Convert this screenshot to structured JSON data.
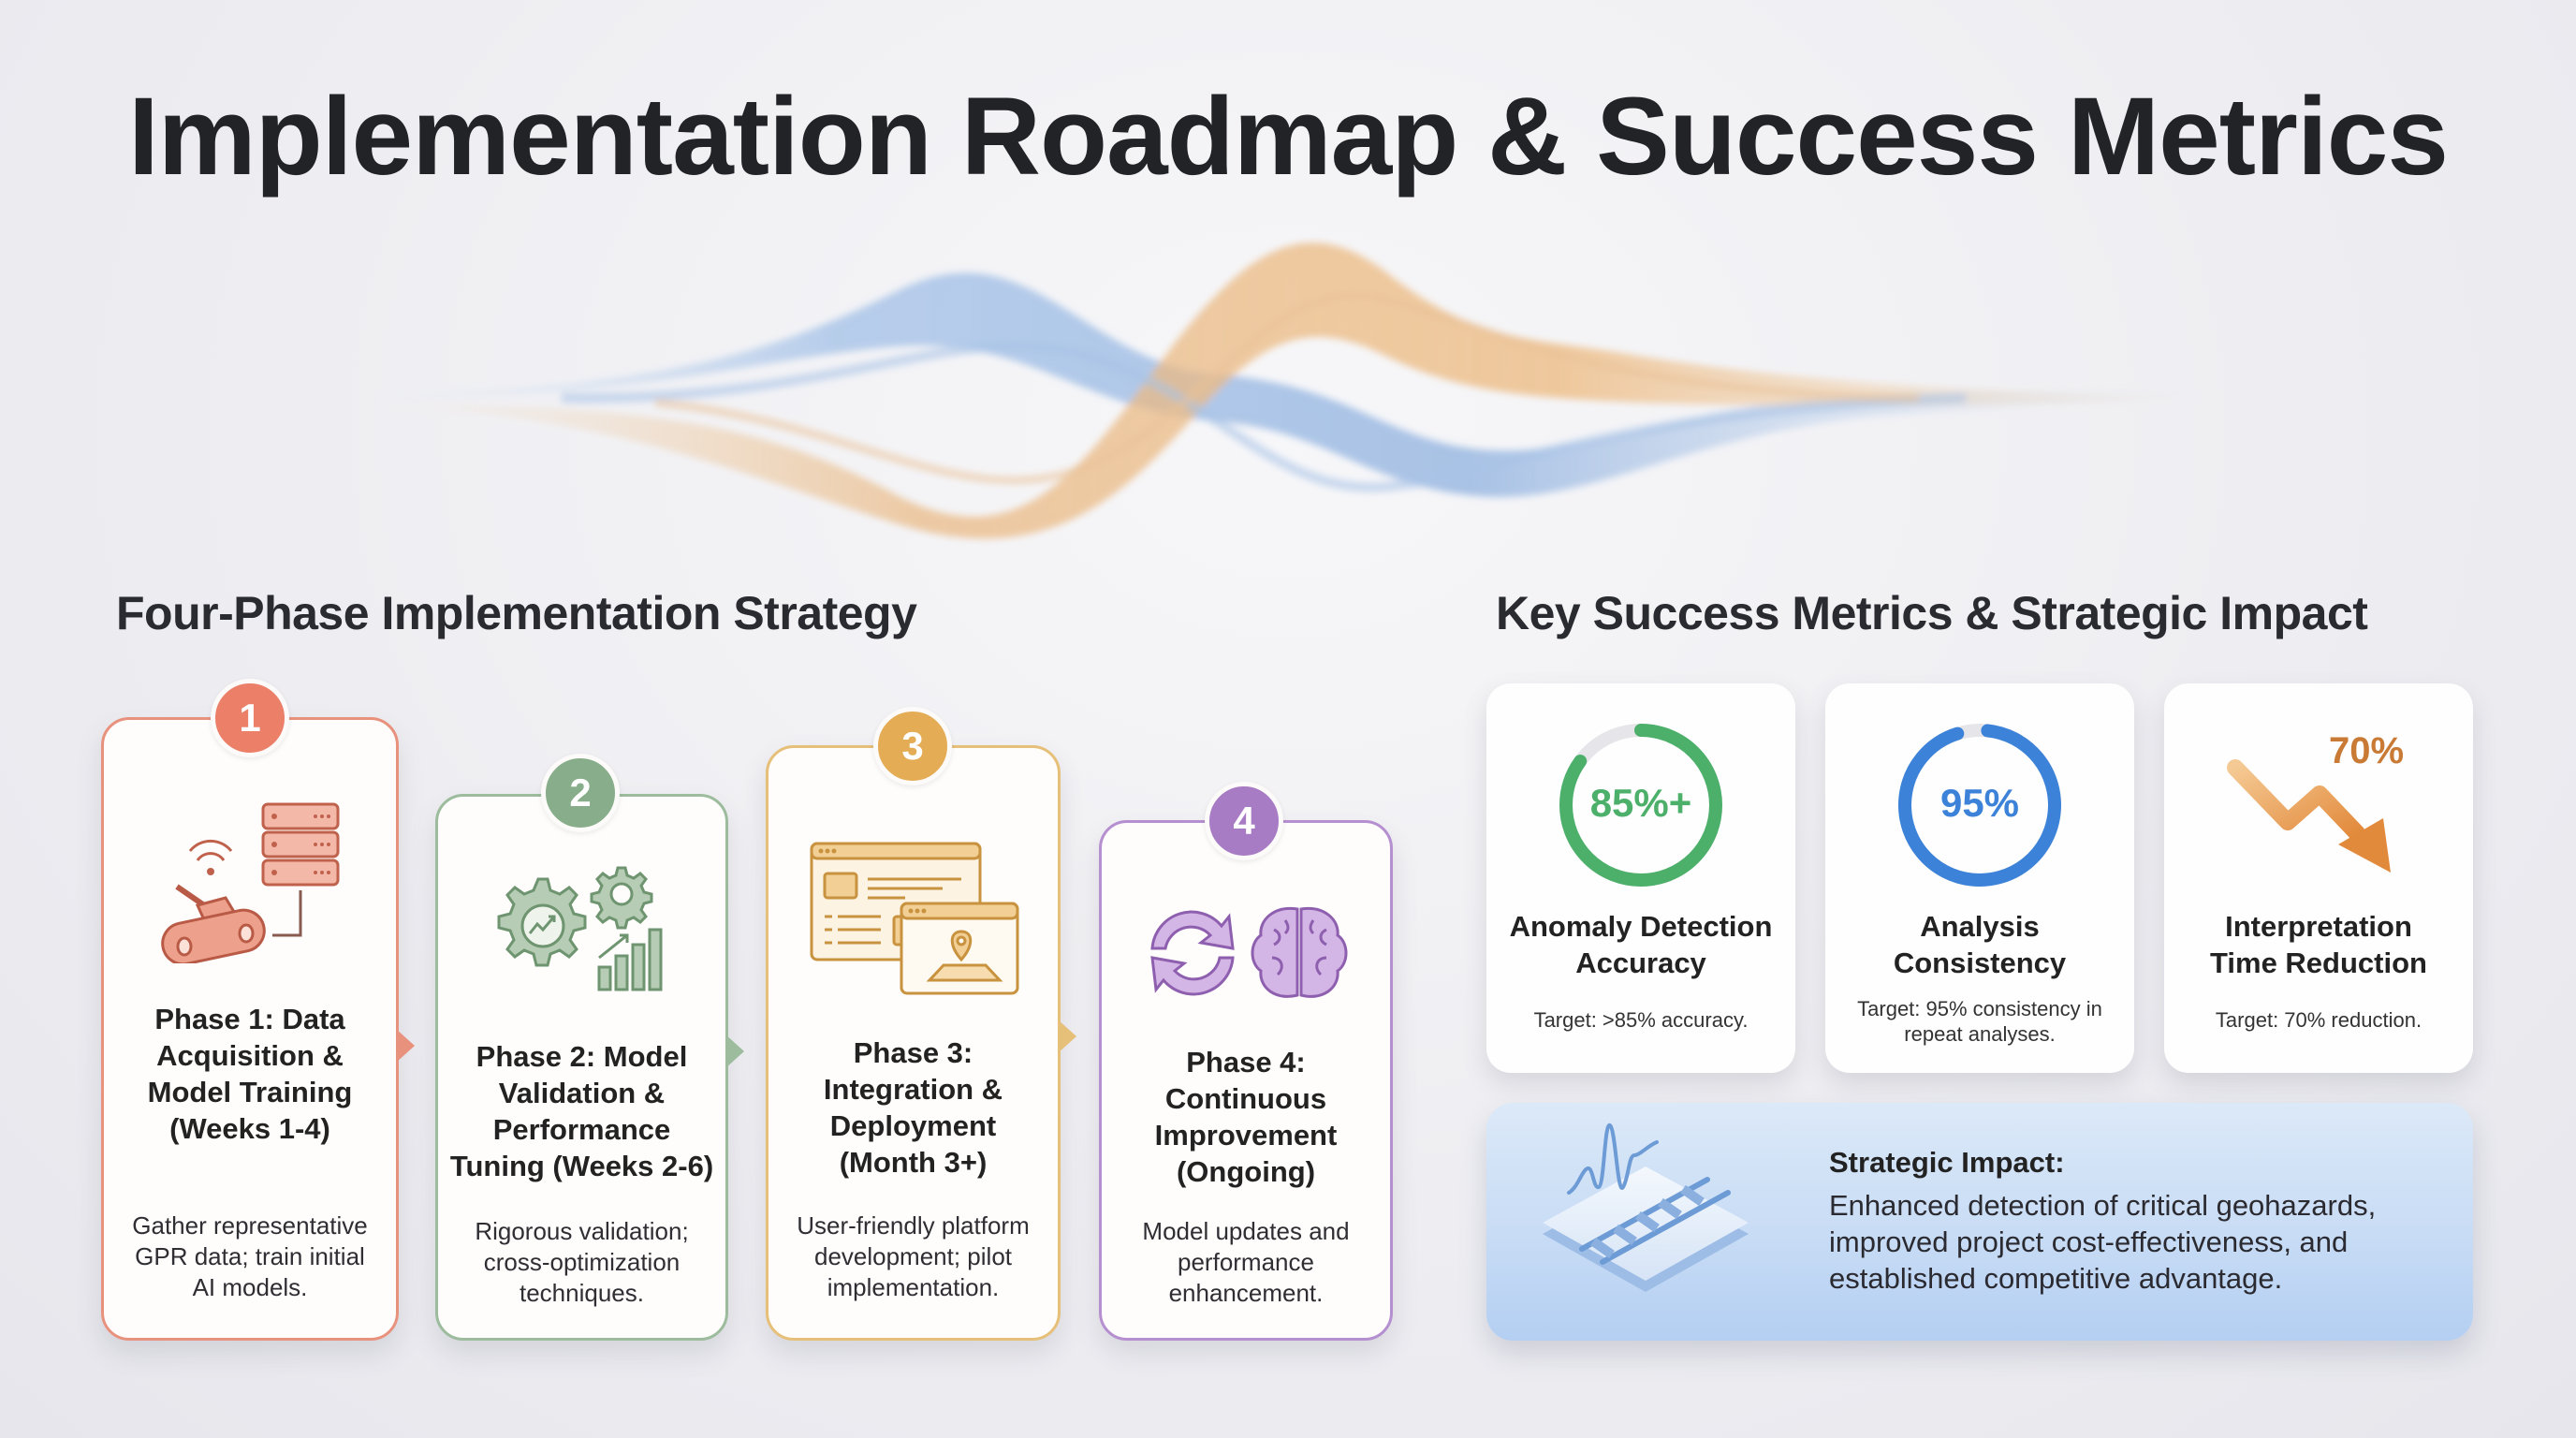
{
  "title": "Implementation Roadmap & Success Metrics",
  "left_section": {
    "heading": "Four-Phase Implementation Strategy",
    "phases": [
      {
        "number": "1",
        "title_lines": [
          "Phase 1: Data",
          "Acquisition &",
          "Model Training",
          "(Weeks 1-4)"
        ],
        "description_lines": [
          "Gather representative",
          "GPR data; train initial",
          "AI models."
        ],
        "icon": "gpr-robot-server-icon",
        "color": "#e8806a"
      },
      {
        "number": "2",
        "title_lines": [
          "Phase 2: Model",
          "Validation &",
          "Performance",
          "Tuning (Weeks 2-6)"
        ],
        "description_lines": [
          "Rigorous validation;",
          "cross-optimization",
          "techniques."
        ],
        "icon": "gears-chart-icon",
        "color": "#86ab88"
      },
      {
        "number": "3",
        "title_lines": [
          "Phase 3:",
          "Integration &",
          "Deployment",
          "(Month 3+)"
        ],
        "description_lines": [
          "User-friendly platform",
          "development; pilot",
          "implementation."
        ],
        "icon": "browser-windows-map-icon",
        "color": "#e0aa55"
      },
      {
        "number": "4",
        "title_lines": [
          "Phase 4:",
          "Continuous",
          "Improvement",
          "(Ongoing)"
        ],
        "description_lines": [
          "Model updates and",
          "performance",
          "enhancement."
        ],
        "icon": "refresh-brain-icon",
        "color": "#a97cc4"
      }
    ]
  },
  "right_section": {
    "heading": "Key Success Metrics & Strategic Impact",
    "metrics": [
      {
        "value": "85%+",
        "title_lines": [
          "Anomaly Detection",
          "Accuracy"
        ],
        "target_lines": [
          "Target: >85% accuracy."
        ],
        "visual": "ring",
        "percent": 85,
        "color": "#4caf6a"
      },
      {
        "value": "95%",
        "title_lines": [
          "Analysis",
          "Consistency"
        ],
        "target_lines": [
          "Target: 95% consistency in",
          "repeat analyses."
        ],
        "visual": "ring",
        "percent": 95,
        "color": "#3b82d8"
      },
      {
        "value": "70%",
        "title_lines": [
          "Interpretation",
          "Time Reduction"
        ],
        "target_lines": [
          "Target: 70% reduction."
        ],
        "visual": "down-arrow",
        "color": "#e29347"
      }
    ],
    "impact": {
      "title": "Strategic Impact:",
      "text_lines": [
        "Enhanced detection of critical geohazards,",
        "improved project cost-effectiveness, and",
        "established competitive advantage."
      ],
      "icon": "railway-signal-icon"
    }
  }
}
